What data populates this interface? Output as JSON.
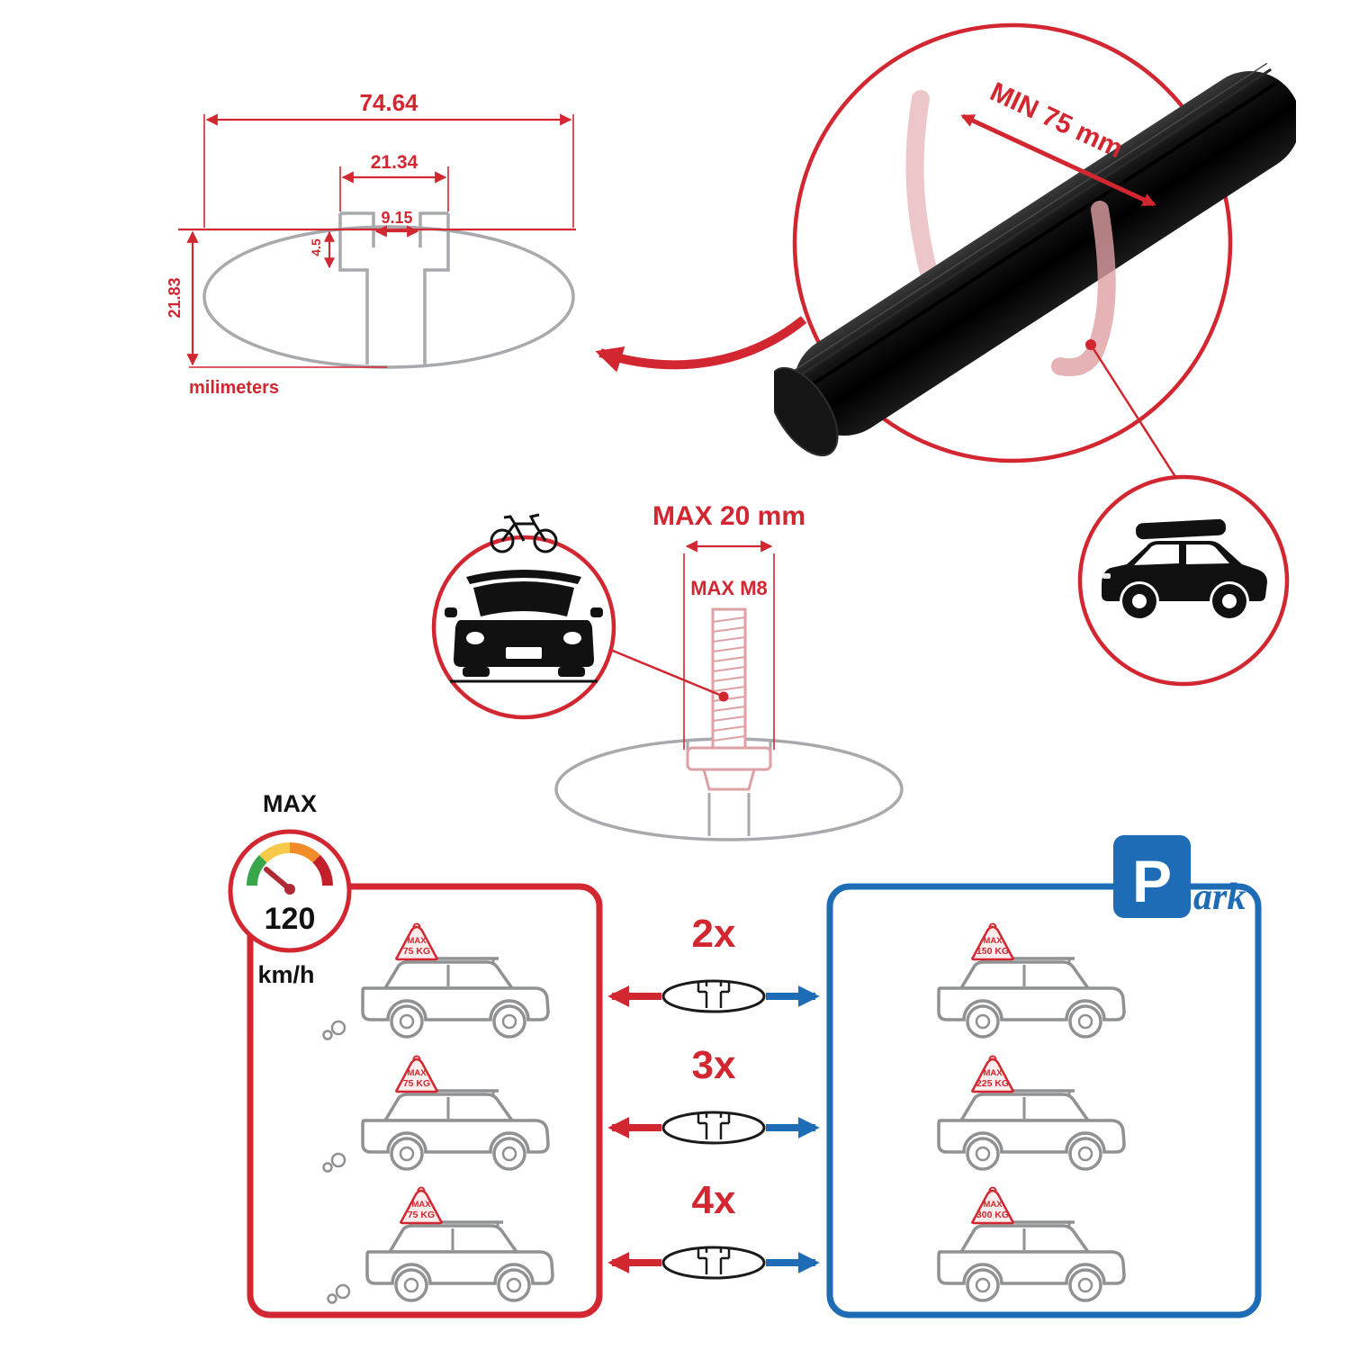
{
  "colors": {
    "red": "#d22630",
    "blue": "#1e6cb5",
    "gray": "#a7a9ac",
    "pink": "#dfa0a4",
    "black": "#1a1a1a",
    "cargray": "#8f9193",
    "tentfill": "#fdecec"
  },
  "tech_drawing": {
    "dim_total_width": "74.64",
    "dim_channel_outer": "21.34",
    "dim_channel_inner": "9.15",
    "dim_lip_depth": "4.5",
    "dim_total_height": "21.83",
    "unit_label": "milimeters"
  },
  "bar_detail": {
    "min_span_label": "MIN 75 mm"
  },
  "bolt_detail": {
    "max_width_label": "MAX 20 mm",
    "max_thread_label": "MAX M8"
  },
  "speed_limit": {
    "label": "MAX",
    "value": "120",
    "unit": "km/h"
  },
  "park_sign": {
    "letter": "P",
    "suffix": "ark"
  },
  "crossbar_counts": [
    "2x",
    "3x",
    "4x"
  ],
  "driving_loads": [
    {
      "label": "MAX",
      "weight": "75 KG"
    },
    {
      "label": "MAX",
      "weight": "75 KG"
    },
    {
      "label": "MAX",
      "weight": "75 KG"
    }
  ],
  "parked_loads": [
    {
      "label": "MAX",
      "weight": "150 KG"
    },
    {
      "label": "MAX",
      "weight": "225 KG"
    },
    {
      "label": "MAX",
      "weight": "300 KG"
    }
  ]
}
